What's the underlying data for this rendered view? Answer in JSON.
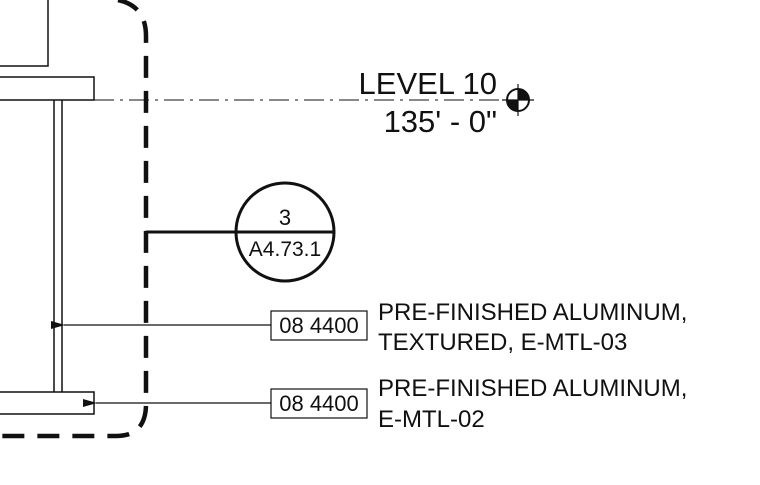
{
  "level_marker": {
    "name": "LEVEL 10",
    "elevation": "135' - 0\""
  },
  "section_marker": {
    "number": "3",
    "sheet": "A4.73.1"
  },
  "keynotes": [
    {
      "tag": "08 4400",
      "lines": [
        "PRE-FINISHED ALUMINUM,",
        "TEXTURED, E-MTL-03"
      ]
    },
    {
      "tag": "08 4400",
      "lines": [
        "PRE-FINISHED ALUMINUM,",
        "E-MTL-02"
      ]
    }
  ]
}
